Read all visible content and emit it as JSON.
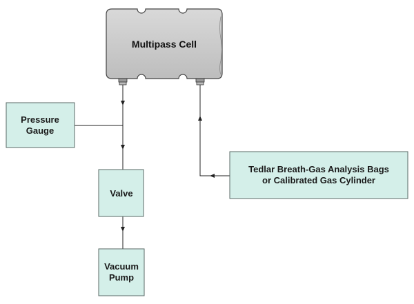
{
  "colors": {
    "box_fill": "#d4efe9",
    "cell_fill": "#c9c9c9",
    "line": "#222222"
  },
  "cell": {
    "label": "Multipass Cell"
  },
  "pressure_gauge": {
    "line1": "Pressure",
    "line2": "Gauge"
  },
  "valve": {
    "label": "Valve"
  },
  "vacuum_pump": {
    "line1": "Vacuum",
    "line2": "Pump"
  },
  "gas_source": {
    "line1": "Tedlar Breath-Gas Analysis Bags",
    "line2": "or Calibrated Gas Cylinder"
  }
}
